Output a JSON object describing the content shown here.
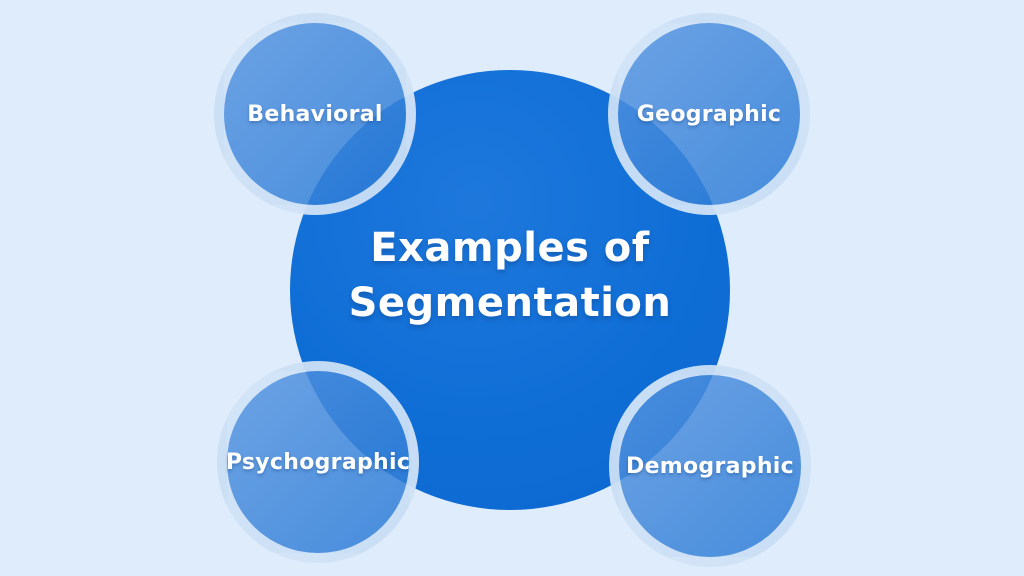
{
  "diagram": {
    "title": "Examples of Segmentation",
    "center": {
      "line1": "Examples of",
      "line2": "Segmentation"
    },
    "nodes": [
      {
        "id": "behavioral",
        "label": "Behavioral",
        "position": "top-left"
      },
      {
        "id": "geographic",
        "label": "Geographic",
        "position": "top-right"
      },
      {
        "id": "psychographic",
        "label": "Psychographic",
        "position": "bottom-left"
      },
      {
        "id": "demographic",
        "label": "Demographic",
        "position": "bottom-right"
      }
    ],
    "theme": {
      "background": "#dfecfb",
      "central_circle_blue": "#0e6ed6",
      "satellite_circle_blue": "#4a8fdc",
      "ring_white": "#f2f8fd",
      "text_color": "#ffffff"
    }
  }
}
